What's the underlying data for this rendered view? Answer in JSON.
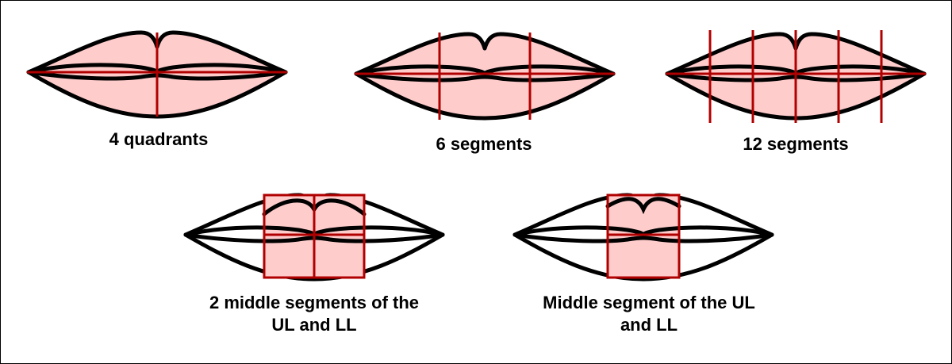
{
  "colors": {
    "lip_fill": "#ffcccc",
    "segment_line": "#b00000",
    "outline": "#000000"
  },
  "panels": [
    {
      "id": "four-quadrants",
      "caption": "4 quadrants",
      "vertical_lines": 1,
      "box": "none"
    },
    {
      "id": "six-segments",
      "caption": "6 segments",
      "vertical_lines": 2,
      "box": "none"
    },
    {
      "id": "twelve-segments",
      "caption": "12 segments",
      "vertical_lines": 5,
      "box": "none"
    },
    {
      "id": "two-middle-segments",
      "caption_line1": "2 middle segments of the",
      "caption_line2": "UL and LL",
      "vertical_lines": 1,
      "box": "middle-two"
    },
    {
      "id": "middle-segment",
      "caption_line1": "Middle segment of the UL",
      "caption_line2": "and LL",
      "vertical_lines": 0,
      "box": "middle-one"
    }
  ]
}
